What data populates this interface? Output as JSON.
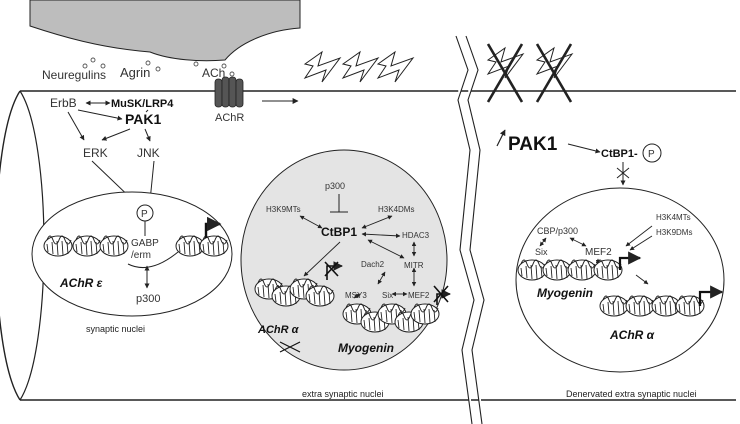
{
  "colors": {
    "stroke": "#222222",
    "nucleus_gray": "#e4e4e4",
    "nerve_gray": "#bdbdbd",
    "receptor": "#555555"
  },
  "labels": {
    "neuregulins": "Neuregulins",
    "agrin": "Agrin",
    "ach": "ACh",
    "erbb": "ErbB",
    "musk": "MuSK/LRP4",
    "pak1_left": "PAK1",
    "achr": "AChR",
    "erk": "ERK",
    "jnk": "JNK",
    "p_left": "P",
    "gabp": "GABP",
    "erm": "/erm",
    "achr_epsilon": "AChR ε",
    "p300_left": "p300",
    "synaptic_nuclei": "synaptic nuclei",
    "p300_mid": "p300",
    "h3k9mts": "H3K9MTs",
    "h3k4dms": "H3K4DMs",
    "ctbp1_mid": "CtBP1",
    "hdac3": "HDAC3",
    "dach2": "Dach2",
    "mitr": "MITR",
    "msy3": "MSY3",
    "six_mid": "Six",
    "mef2_mid": "MEF2",
    "achr_alpha_mid": "AChR α",
    "myogenin_mid": "Myogenin",
    "extra_synaptic_nuclei": "extra synaptic nuclei",
    "pak1_right": "PAK1",
    "ctbp1_right": "CtBP1-",
    "p_right": "P",
    "cbp_p300": "CBP/p300",
    "h3k4mts": "H3K4MTs",
    "h3k9dms": "H3K9DMs",
    "six_right": "Six",
    "mef2_right": "MEF2",
    "myogenin_right": "Myogenin",
    "achr_alpha_right": "AChR α",
    "denervated_nuclei": "Denervated extra synaptic nuclei"
  }
}
